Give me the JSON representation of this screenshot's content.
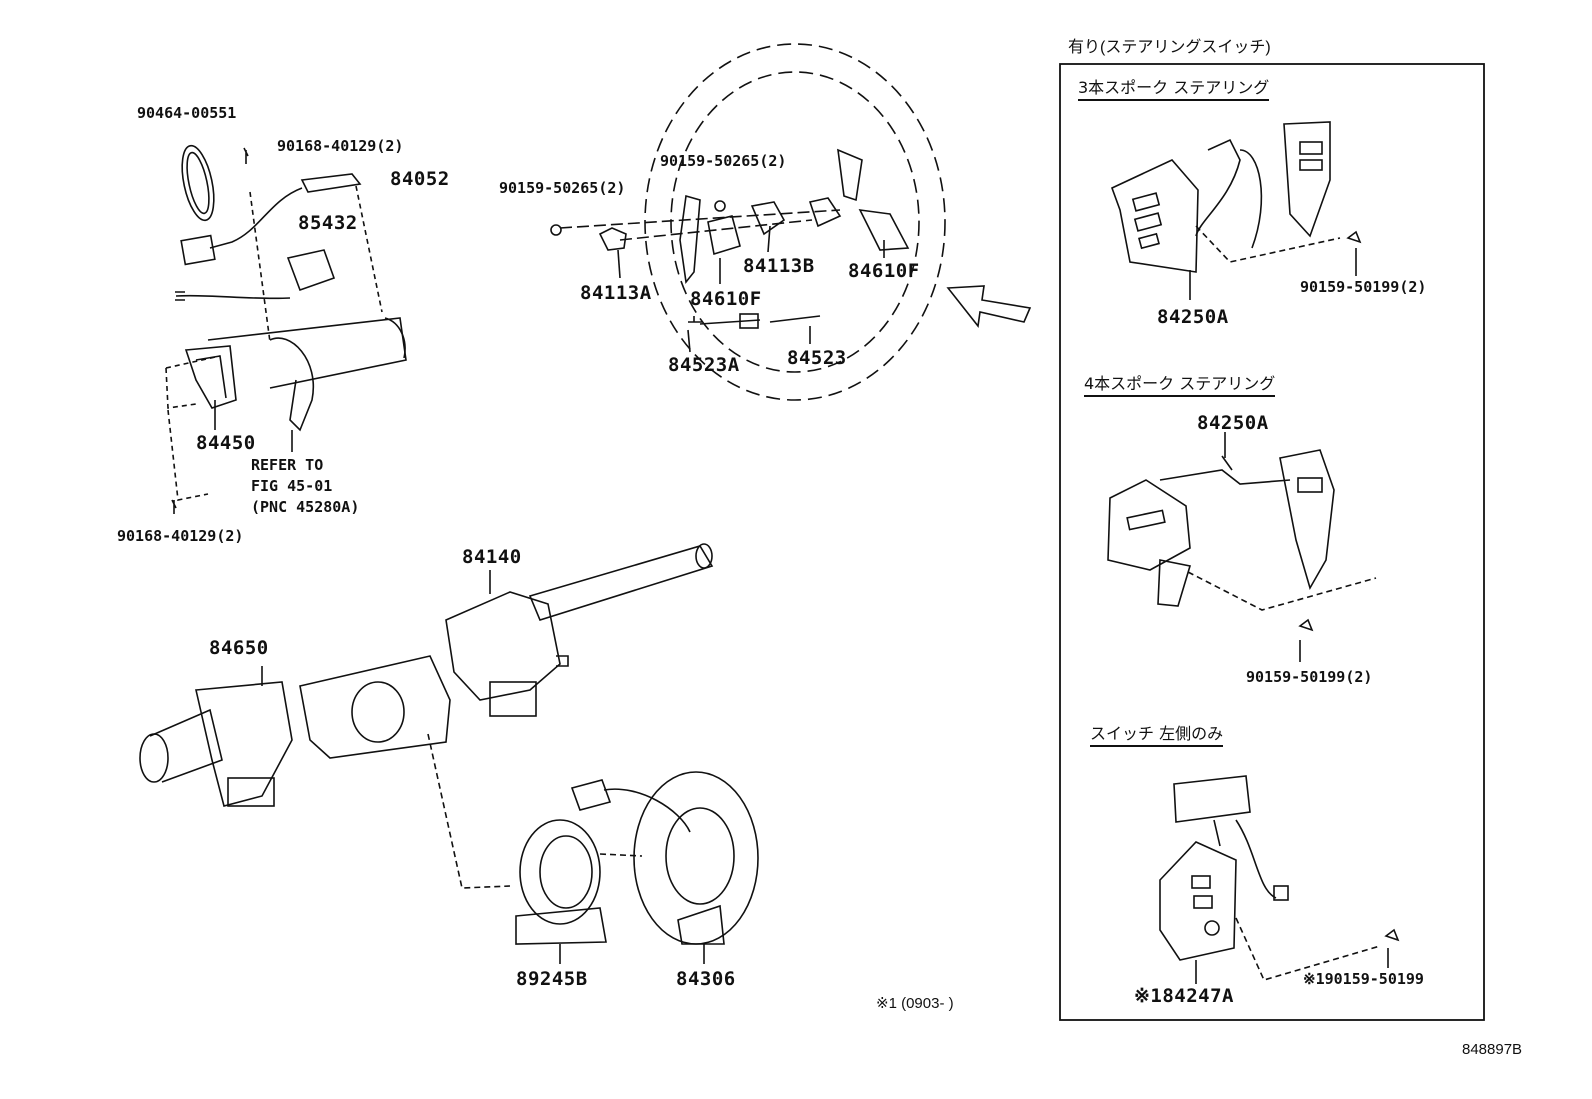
{
  "left_group": {
    "p_90464": "90464-00551",
    "p_90168_top": "90168-40129(2)",
    "p_84052": "84052",
    "p_85432": "85432",
    "p_84450": "84450",
    "refer_line1": "REFER TO",
    "refer_line2": "FIG 45-01",
    "refer_line3": "(PNC 45280A)",
    "p_90168_bottom": "90168-40129(2)"
  },
  "wheel_group": {
    "p_90159_left": "90159-50265(2)",
    "p_90159_right": "90159-50265(2)",
    "p_84113A": "84113A",
    "p_84610F_a": "84610F",
    "p_84113B": "84113B",
    "p_84610F_b": "84610F",
    "p_84523A": "84523A",
    "p_84523": "84523"
  },
  "combo_group": {
    "p_84140": "84140",
    "p_84650": "84650",
    "p_89245B": "89245B",
    "p_84306": "84306"
  },
  "footnote": "※1 (0903-     )",
  "panel": {
    "title": "有り(ステアリングスイッチ)",
    "section1": {
      "heading": "3本スポーク ステアリング",
      "part_a": "84250A",
      "part_b": "90159-50199(2)"
    },
    "section2": {
      "heading": "4本スポーク ステアリング",
      "part_a": "84250A",
      "part_b": "90159-50199(2)"
    },
    "section3": {
      "heading": "スイッチ 左側のみ",
      "part_a": "※184247A",
      "part_b": "※190159-50199"
    }
  },
  "diagram_id": "848897B"
}
